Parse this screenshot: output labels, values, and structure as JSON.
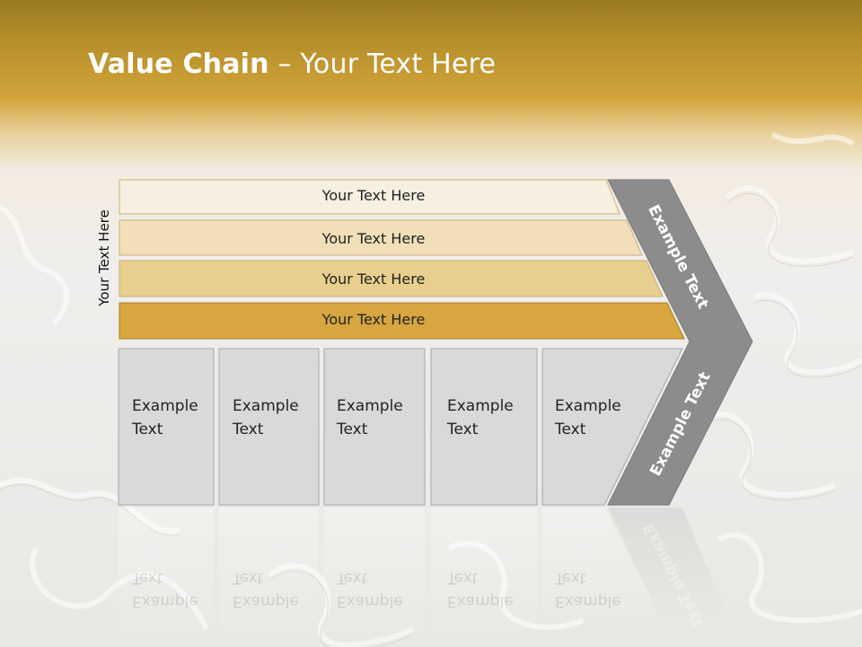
{
  "slide": {
    "title_bold": "Value Chain",
    "title_rest": " – Your Text Here",
    "side_label": "Your Text Here"
  },
  "bars": [
    {
      "label": "Your Text Here",
      "color": "#f7efdf"
    },
    {
      "label": "Your Text Here",
      "color": "#f0dfb8"
    },
    {
      "label": "Your Text Here",
      "color": "#e8cf8e"
    },
    {
      "label": "Your Text Here",
      "color": "#d7a63e"
    }
  ],
  "boxes": [
    {
      "line1": "Example",
      "line2": "Text"
    },
    {
      "line1": "Example",
      "line2": "Text"
    },
    {
      "line1": "Example",
      "line2": "Text"
    },
    {
      "line1": "Example",
      "line2": "Text"
    },
    {
      "line1": "Example",
      "line2": "Text"
    }
  ],
  "chevron": {
    "upper_text": "Example Text",
    "lower_text": "Example Text",
    "color": "#8c8c8c"
  },
  "colors": {
    "box_fill": "#d9d9d9",
    "box_stroke": "#a6a6a6",
    "header_gold": "#d2a43a"
  }
}
